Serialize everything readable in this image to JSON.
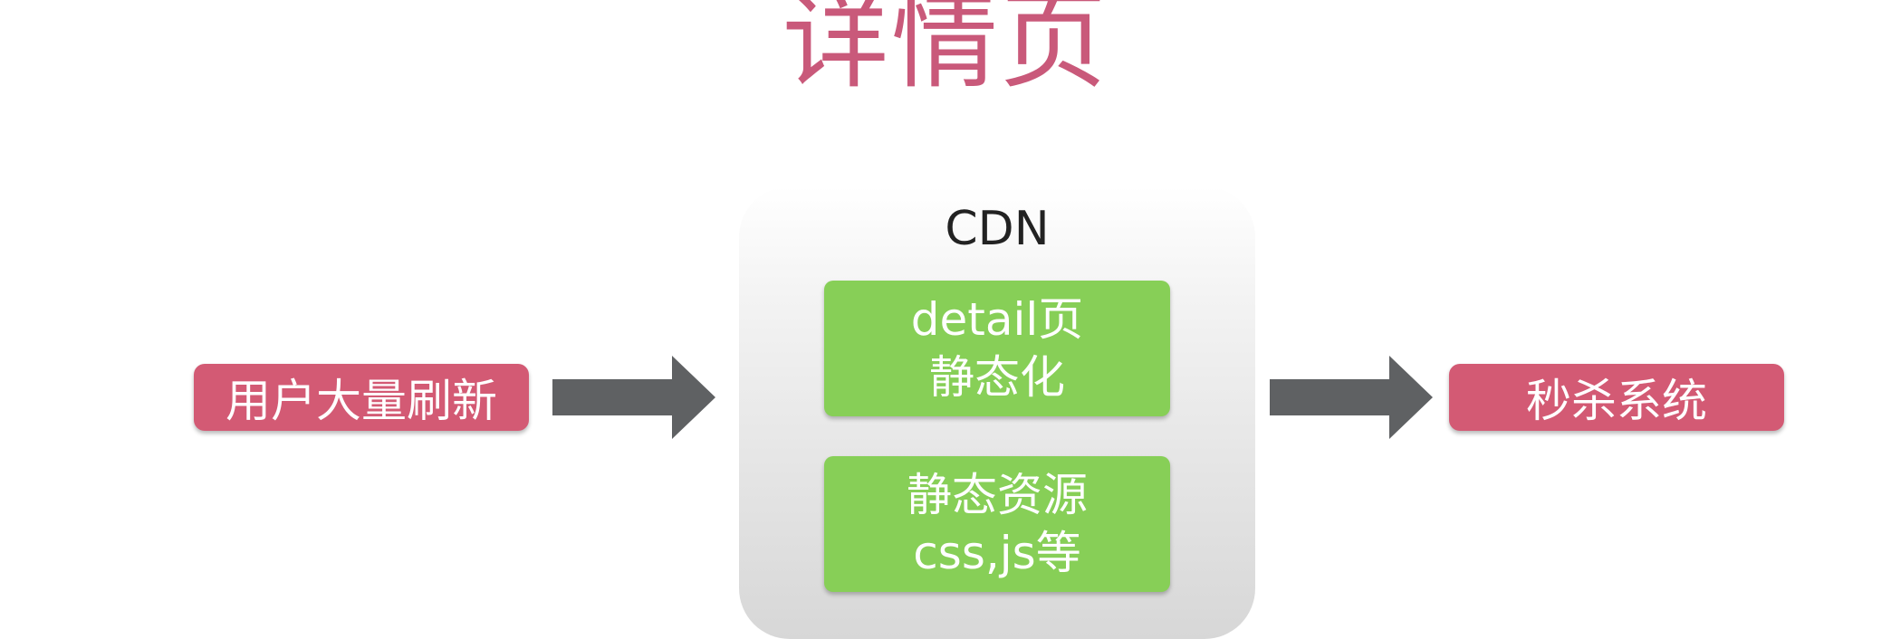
{
  "title": "详情页",
  "left_node": {
    "label": "用户大量刷新"
  },
  "right_node": {
    "label": "秒杀系统"
  },
  "cdn": {
    "label": "CDN",
    "items": [
      {
        "line1": "detail页",
        "line2": "静态化"
      },
      {
        "line1": "静态资源",
        "line2": "css,js等"
      }
    ]
  },
  "colors": {
    "title": "#c9597a",
    "node": "#d35a74",
    "green": "#87cf57",
    "arrow": "#5f6163"
  }
}
